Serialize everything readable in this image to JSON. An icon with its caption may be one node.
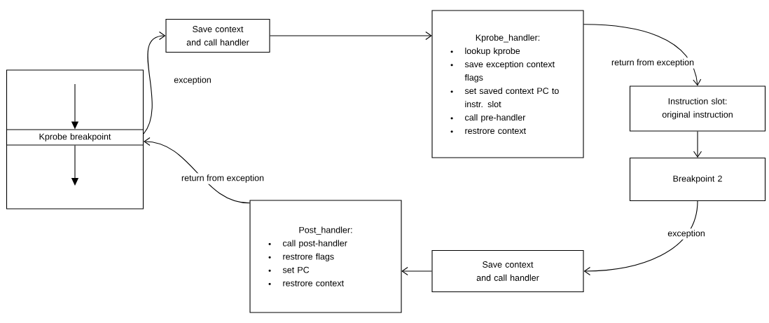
{
  "diagram": {
    "nodes": [
      {
        "text": [],
        "shape": "box"
      },
      {
        "text": [
          "Kprobe breakpoint"
        ],
        "in": 0
      },
      {
        "text": [
          "Save context and call handler"
        ]
      },
      {
        "text": [
          "Kprobe_handler:",
          "lookup kprobe",
          "save exception context flags",
          "set saved context PC to instr. slot",
          "call pre-handler",
          "restrore context"
        ]
      },
      {
        "text": [
          "Instruction slot: original instruction"
        ]
      },
      {
        "text": [
          "Breakpoint 2"
        ]
      },
      {
        "text": [
          "Save context and call handler"
        ]
      },
      {
        "text": [
          "Post_handler:",
          "call post-handler",
          "restrore flags",
          "set PC",
          "restrore context"
        ]
      }
    ],
    "edges": [
      {
        "from": null,
        "to": 1,
        "arrow": "to"
      },
      {
        "from": 1,
        "to": null,
        "arrow": "to"
      },
      {
        "from": 1,
        "to": 2,
        "arrow": "to",
        "label": "exception"
      },
      {
        "from": 2,
        "to": 3,
        "arrow": "to"
      },
      {
        "from": 3,
        "to": 4,
        "arrow": "to",
        "label": "return from exception"
      },
      {
        "from": 4,
        "to": 5,
        "arrow": "to"
      },
      {
        "from": 5,
        "to": 6,
        "arrow": "to",
        "label": "exception"
      },
      {
        "from": 6,
        "to": 7,
        "arrow": "to"
      },
      {
        "from": 7,
        "to": 1,
        "arrow": "to",
        "label": "return from exception"
      }
    ]
  }
}
